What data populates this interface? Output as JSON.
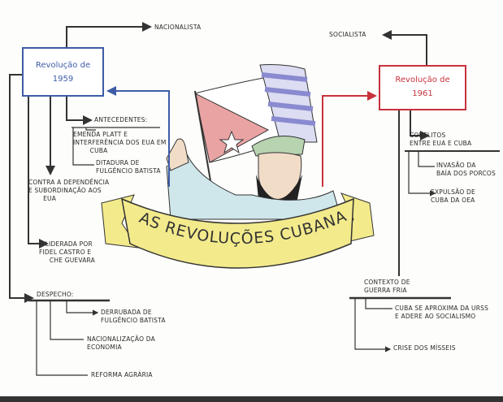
{
  "title": "As Revoluções Cubanas",
  "colors": {
    "rev1959": "#3e5ca6",
    "rev1961": "#c8323c",
    "banner": "#f3ea8c",
    "lines": "#333333"
  },
  "left": {
    "box": {
      "line1": "Revolução de",
      "line2": "1959"
    },
    "nacionalista": "Nacionalista",
    "antecedentes": {
      "label": "Antecedentes:",
      "items": [
        "Emenda Platt e\ninterferência dos EUA em\n        Cuba",
        "Ditadura de\nFulgêncio Batista"
      ]
    },
    "contra": "Contra a dependência\ne subordinação aos\n       EUA",
    "liderada": "   Liderada por\nFidel Castro e\n     Che Guevara",
    "despecho": {
      "label": "Despecho:",
      "items": [
        "Derrubada de\nFulgêncio Batista",
        "Nacionalização da\nEconomia",
        "Reforma Agrária"
      ]
    }
  },
  "right": {
    "box": {
      "line1": "Revolução de",
      "line2": "1961"
    },
    "socialista": "Socialista",
    "conflitos": {
      "label": "Conflitos\nentre EUA e Cuba",
      "items": [
        "Invasão da\nBaía dos Porcos",
        "Expulsão de\nCuba da OEA"
      ]
    },
    "contexto": {
      "label": "Contexto de\nGuerra Fria",
      "items": [
        "Cuba se aproxima da URSS\ne adere ao socialismo",
        "Crise dos mísseis"
      ]
    }
  }
}
